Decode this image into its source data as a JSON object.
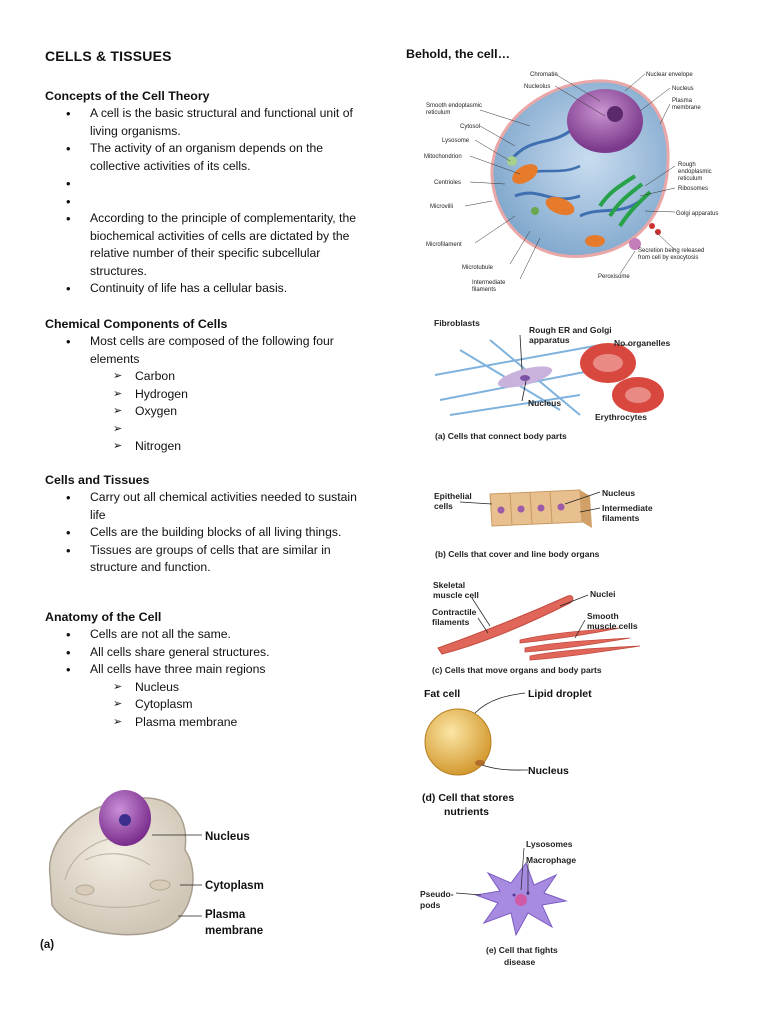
{
  "document": {
    "title": "CELLS & TISSUES",
    "sections": [
      {
        "heading": "Concepts of the Cell Theory",
        "bullets": [
          "A cell is the basic structural and functional unit of living organisms.",
          "The activity of an organism depends on the collective activities of its cells.",
          "",
          "",
          "According to the principle of complementarity, the biochemical activities of cells are dictated by the relative number of their specific subcellular structures.",
          "Continuity of life has a cellular basis."
        ]
      },
      {
        "heading": "Chemical Components of Cells",
        "bullets": [
          "Most cells are composed of the following four elements"
        ],
        "subitems": [
          "Carbon",
          "Hydrogen",
          "Oxygen",
          "",
          "Nitrogen"
        ]
      },
      {
        "heading": "Cells and Tissues",
        "bullets": [
          "Carry out all chemical activities needed to sustain life",
          "Cells are the building blocks of all living things.",
          "Tissues are groups of cells that are similar in structure and function."
        ]
      },
      {
        "heading": "Anatomy of the Cell",
        "bullets": [
          "Cells are not all the same.",
          "All cells share general structures.",
          "All cells have three main regions"
        ],
        "subitems": [
          "Nucleus",
          "Cytoplasm",
          "Plasma membrane"
        ]
      }
    ]
  },
  "figures": {
    "behold_title": "Behold, the cell…",
    "cell_diagram": {
      "labels": {
        "chromatin": "Chromatin",
        "nucleolus": "Nucleolus",
        "nuclear_envelope": "Nuclear envelope",
        "nucleus": "Nucleus",
        "plasma_membrane_1": "Plasma",
        "plasma_membrane_2": "membrane",
        "smooth_er_1": "Smooth endoplasmic",
        "smooth_er_2": "reticulum",
        "cytosol": "Cytosol",
        "lysosome": "Lysosome",
        "mitochondrion": "Mitochondrion",
        "centrioles": "Centrioles",
        "microvilli": "Microvilli",
        "microfilament": "Microfilament",
        "microtubule": "Microtubule",
        "intermediate_1": "Intermediate",
        "intermediate_2": "filaments",
        "rough_er_1": "Rough",
        "rough_er_2": "endoplasmic",
        "rough_er_3": "reticulum",
        "ribosomes": "Ribosomes",
        "golgi": "Golgi apparatus",
        "secretion_1": "Secretion being released",
        "secretion_2": "from cell by exocytosis",
        "peroxisome": "Peroxisome"
      }
    },
    "panel_a": {
      "fibroblasts": "Fibroblasts",
      "rough_er_1": "Rough ER and Golgi",
      "rough_er_2": "apparatus",
      "no_organelles": "No organelles",
      "nucleus": "Nucleus",
      "erythrocytes": "Erythrocytes",
      "caption": "(a) Cells that connect body parts"
    },
    "panel_b": {
      "epithelial_1": "Epithelial",
      "epithelial_2": "cells",
      "nucleus": "Nucleus",
      "intermediate_1": "Intermediate",
      "intermediate_2": "filaments",
      "caption": "(b) Cells that cover and line body organs"
    },
    "panel_c": {
      "skeletal_1": "Skeletal",
      "skeletal_2": "muscle cell",
      "nuclei": "Nuclei",
      "contractile_1": "Contractile",
      "contractile_2": "filaments",
      "smooth_1": "Smooth",
      "smooth_2": "muscle cells",
      "caption": "(c) Cells that move organs and body parts"
    },
    "panel_d": {
      "fat_cell": "Fat cell",
      "lipid_droplet": "Lipid droplet",
      "nucleus": "Nucleus",
      "caption_1": "(d) Cell that stores",
      "caption_2": "nutrients"
    },
    "panel_e": {
      "lysosomes": "Lysosomes",
      "macrophage": "Macrophage",
      "pseudo_1": "Pseudo-",
      "pseudo_2": "pods",
      "caption_1": "(e) Cell that fights",
      "caption_2": "disease"
    },
    "anatomy": {
      "nucleus": "Nucleus",
      "cytoplasm": "Cytoplasm",
      "plasma_1": "Plasma",
      "plasma_2": "membrane",
      "tag": "(a)"
    }
  }
}
